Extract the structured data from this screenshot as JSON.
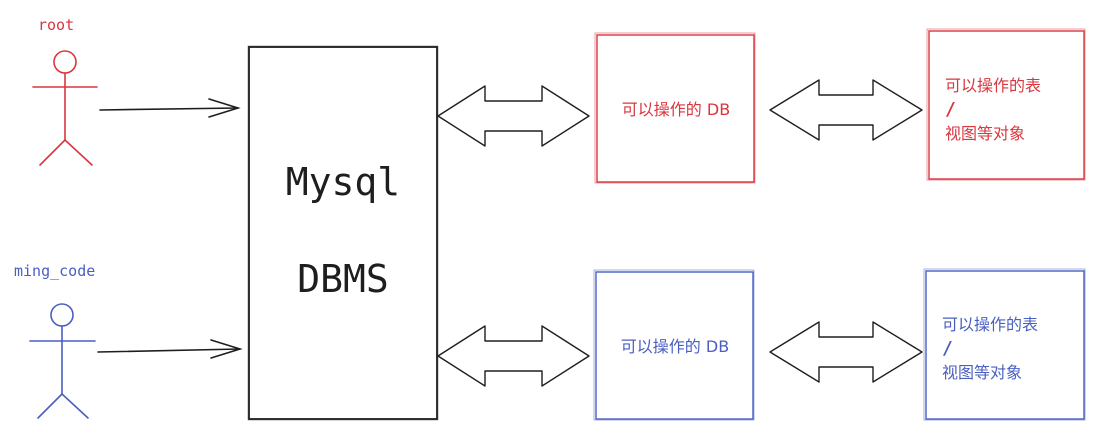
{
  "colors": {
    "root": "#d9363e",
    "user2": "#4a5fc1",
    "ink": "#1e1e1e"
  },
  "users": {
    "root": {
      "name": "root"
    },
    "user2": {
      "name": "ming_code"
    }
  },
  "dbms": {
    "line1": "Mysql",
    "line2": "DBMS"
  },
  "db_box": {
    "text": "可以操作的 DB"
  },
  "object_box": {
    "line1": "可以操作的表",
    "line2": "/",
    "line3": "视图等对象"
  }
}
